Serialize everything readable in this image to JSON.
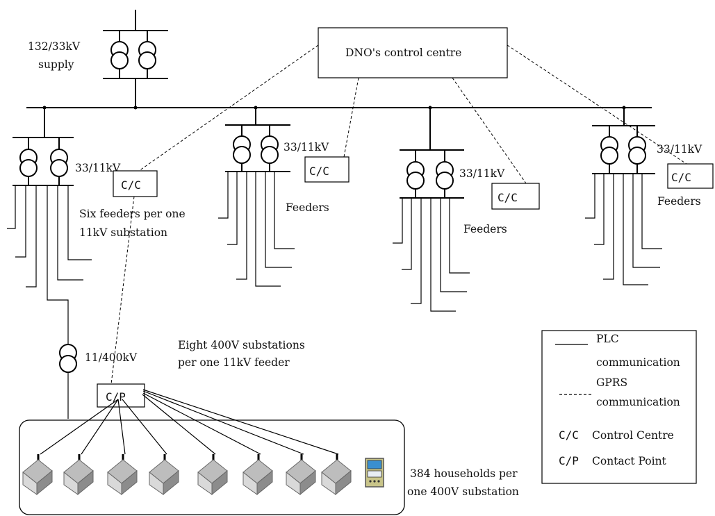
{
  "supply": {
    "line1": "132/33kV",
    "line2": "supply"
  },
  "control_centre": {
    "label": "DNO's control centre"
  },
  "substations": [
    {
      "ratio": "33/11kV",
      "cc": "C/C",
      "note1": "Six feeders per one",
      "note2": "11kV substation"
    },
    {
      "ratio": "33/11kV",
      "cc": "C/C",
      "note1": "Feeders"
    },
    {
      "ratio": "33/11kV",
      "cc": "C/C",
      "note1": "Feeders"
    },
    {
      "ratio": "33/11kV",
      "cc": "C/C",
      "note1": "Feeders"
    }
  ],
  "lv": {
    "ratio": "11/400kV",
    "note1": "Eight 400V substations",
    "note2": "per one 11kV feeder",
    "cp": "C/P"
  },
  "households": {
    "note1": "384 households per",
    "note2": "one 400V substation"
  },
  "legend": {
    "plc1": "PLC",
    "plc2": "communication",
    "gprs1": "GPRS",
    "gprs2": "communication",
    "cc_code": "C/C",
    "cc_text": "Control Centre",
    "cp_code": "C/P",
    "cp_text": "Contact Point"
  }
}
